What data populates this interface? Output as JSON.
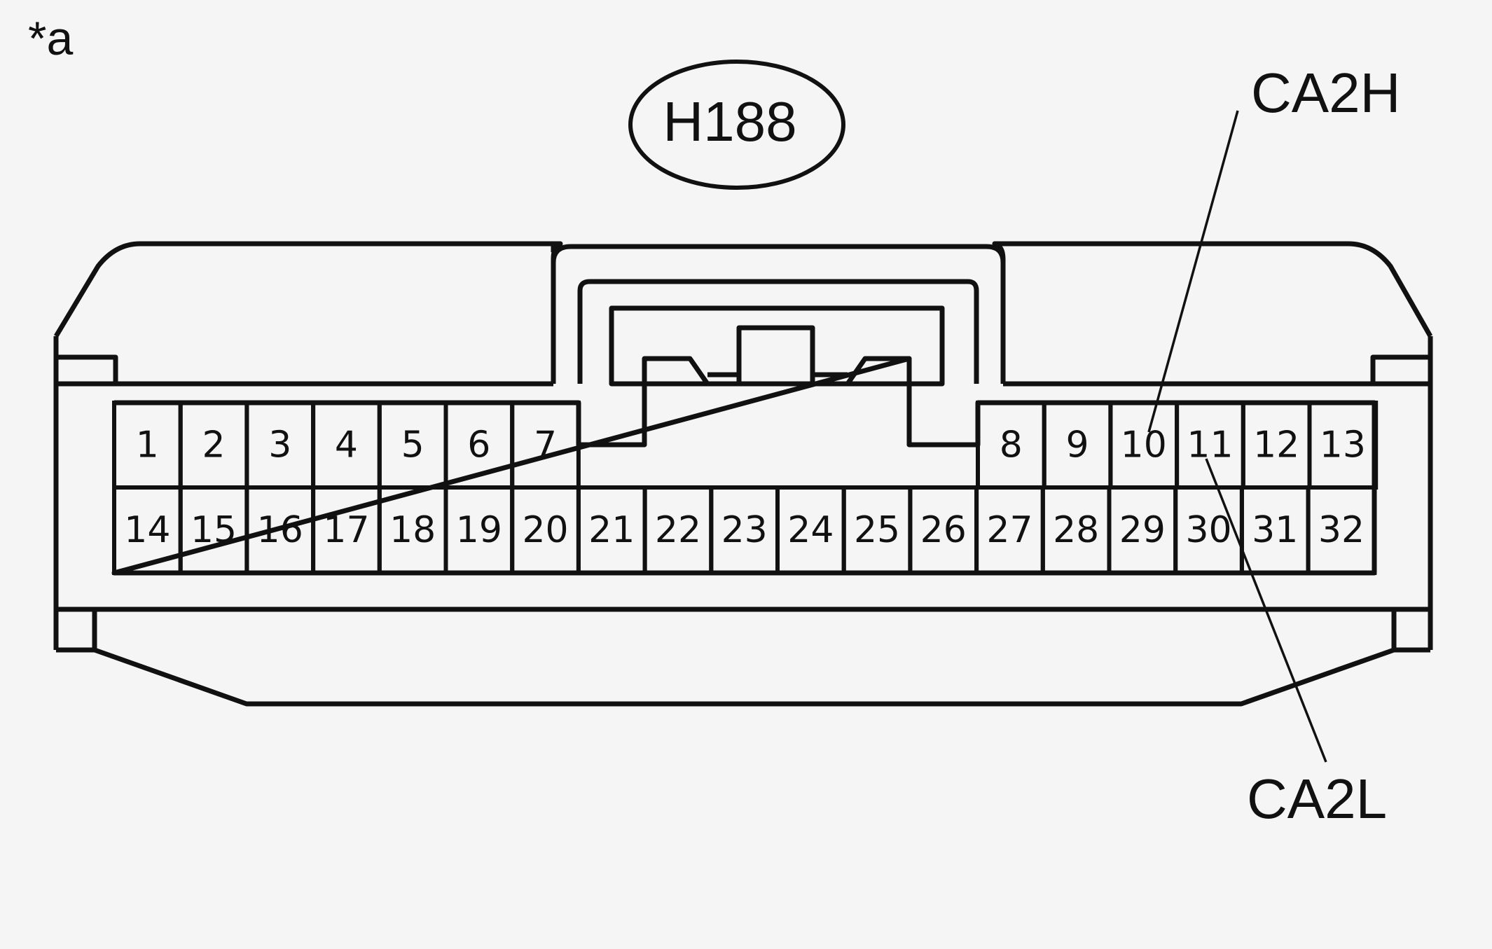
{
  "figure_tag": "*a",
  "connector": {
    "code": "H188",
    "top_row_left": [
      "1",
      "2",
      "3",
      "4",
      "5",
      "6",
      "7"
    ],
    "top_row_right": [
      "8",
      "9",
      "10",
      "11",
      "12",
      "13"
    ],
    "bottom_row": [
      "14",
      "15",
      "16",
      "17",
      "18",
      "19",
      "20",
      "21",
      "22",
      "23",
      "24",
      "25",
      "26",
      "27",
      "28",
      "29",
      "30",
      "31",
      "32"
    ]
  },
  "callouts": {
    "high": "CA2H",
    "low": "CA2L"
  }
}
